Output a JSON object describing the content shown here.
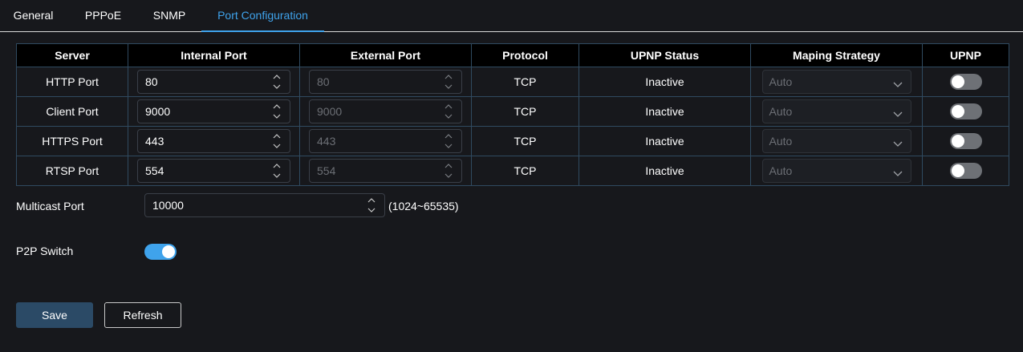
{
  "tabs": [
    {
      "label": "General",
      "active": false
    },
    {
      "label": "PPPoE",
      "active": false
    },
    {
      "label": "SNMP",
      "active": false
    },
    {
      "label": "Port Configuration",
      "active": true
    }
  ],
  "colors": {
    "accent": "#3fa3ec",
    "background": "#17181c",
    "primary_button": "#2b4a66"
  },
  "table": {
    "headers": [
      "Server",
      "Internal Port",
      "External Port",
      "Protocol",
      "UPNP Status",
      "Maping Strategy",
      "UPNP"
    ],
    "rows": [
      {
        "server": "HTTP Port",
        "internal_port": "80",
        "external_port": "80",
        "protocol": "TCP",
        "upnp_status": "Inactive",
        "strategy": "Auto",
        "upnp_enabled": false
      },
      {
        "server": "Client Port",
        "internal_port": "9000",
        "external_port": "9000",
        "protocol": "TCP",
        "upnp_status": "Inactive",
        "strategy": "Auto",
        "upnp_enabled": false
      },
      {
        "server": "HTTPS Port",
        "internal_port": "443",
        "external_port": "443",
        "protocol": "TCP",
        "upnp_status": "Inactive",
        "strategy": "Auto",
        "upnp_enabled": false
      },
      {
        "server": "RTSP Port",
        "internal_port": "554",
        "external_port": "554",
        "protocol": "TCP",
        "upnp_status": "Inactive",
        "strategy": "Auto",
        "upnp_enabled": false
      }
    ]
  },
  "multicast": {
    "label": "Multicast Port",
    "value": "10000",
    "range": "(1024~65535)"
  },
  "p2p": {
    "label": "P2P Switch",
    "enabled": true
  },
  "buttons": {
    "save": "Save",
    "refresh": "Refresh"
  }
}
